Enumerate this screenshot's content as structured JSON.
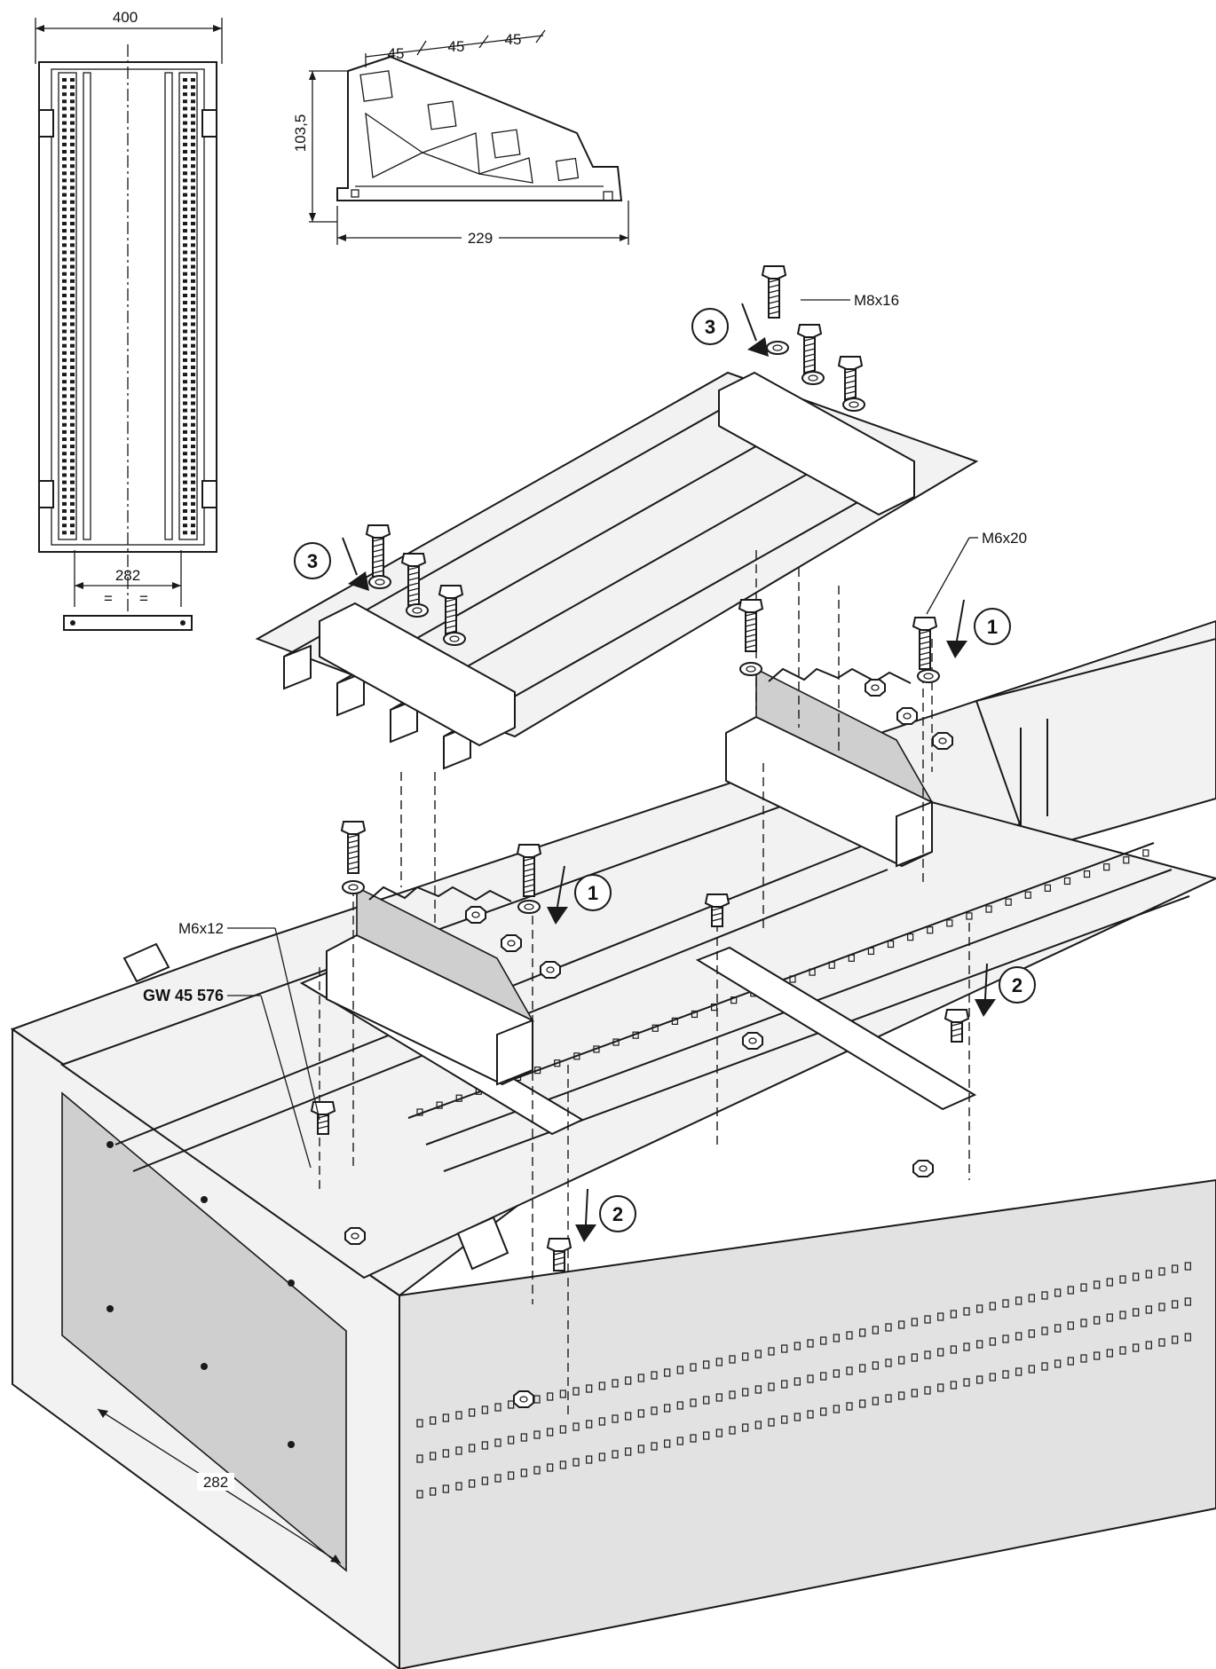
{
  "dimensions": {
    "panel_width": "400",
    "panel_inner": "282",
    "bracket_pitch_1": "45",
    "bracket_pitch_2": "45",
    "bracket_pitch_3": "45",
    "bracket_height": "103,5",
    "bracket_length": "229",
    "base_span": "282",
    "equal_left": "=",
    "equal_right": "="
  },
  "parts": {
    "screw_top": "M8x16",
    "screw_mid": "M6x20",
    "screw_low": "M6x12",
    "catalog_code": "GW 45 576"
  },
  "steps": {
    "one_a": "1",
    "one_b": "1",
    "two_a": "2",
    "two_b": "2",
    "three_a": "3",
    "three_b": "3"
  }
}
